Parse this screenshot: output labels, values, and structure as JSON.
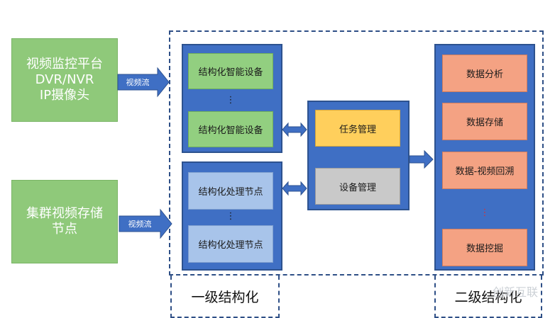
{
  "sources": {
    "video_platform": [
      "视频监控平台",
      "DVR/NVR",
      "IP摄像头"
    ],
    "cluster_storage": [
      "集群视频存储",
      "节点"
    ]
  },
  "flow_labels": {
    "top": "视频流",
    "bottom": "视频流"
  },
  "level1": {
    "smart_devices": [
      "结构化智能设备",
      "结构化智能设备"
    ],
    "processing_nodes": [
      "结构化处理节点",
      "结构化处理节点"
    ],
    "ellipsis": "⋮",
    "label": "一级结构化"
  },
  "management": {
    "task": "任务管理",
    "device": "设备管理"
  },
  "level2": {
    "items": [
      "数据分析",
      "数据存储",
      "数据-视频回溯",
      "数据挖掘"
    ],
    "ellipsis": "⋮",
    "label": "二级结构化"
  },
  "watermark": "创新互联",
  "colors": {
    "source_green": "#8fc97a",
    "panel_blue": "#3f6fc4",
    "dash_border": "#2e4f86",
    "device_green": "#92cf80",
    "node_blue": "#a8c4ea",
    "task_yellow": "#ffcf5c",
    "manage_gray": "#c9c9c9",
    "result_orange": "#f4a283"
  }
}
